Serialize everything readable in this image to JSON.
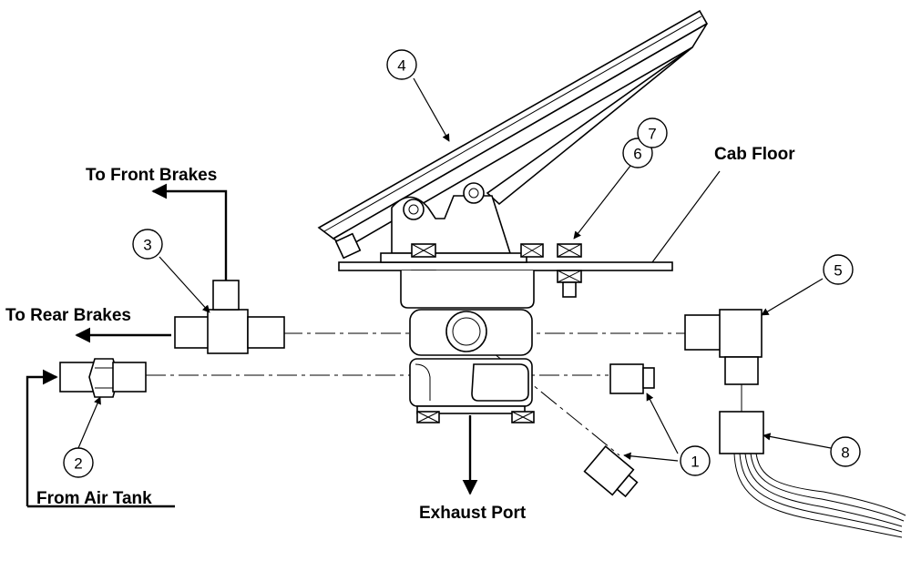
{
  "labels": {
    "to_front_brakes": "To Front Brakes",
    "to_rear_brakes": "To  Rear Brakes",
    "from_air_tank": "From Air Tank",
    "exhaust_port": "Exhaust Port",
    "cab_floor": "Cab Floor"
  },
  "callouts": [
    "1",
    "2",
    "3",
    "4",
    "5",
    "6",
    "7",
    "8"
  ]
}
